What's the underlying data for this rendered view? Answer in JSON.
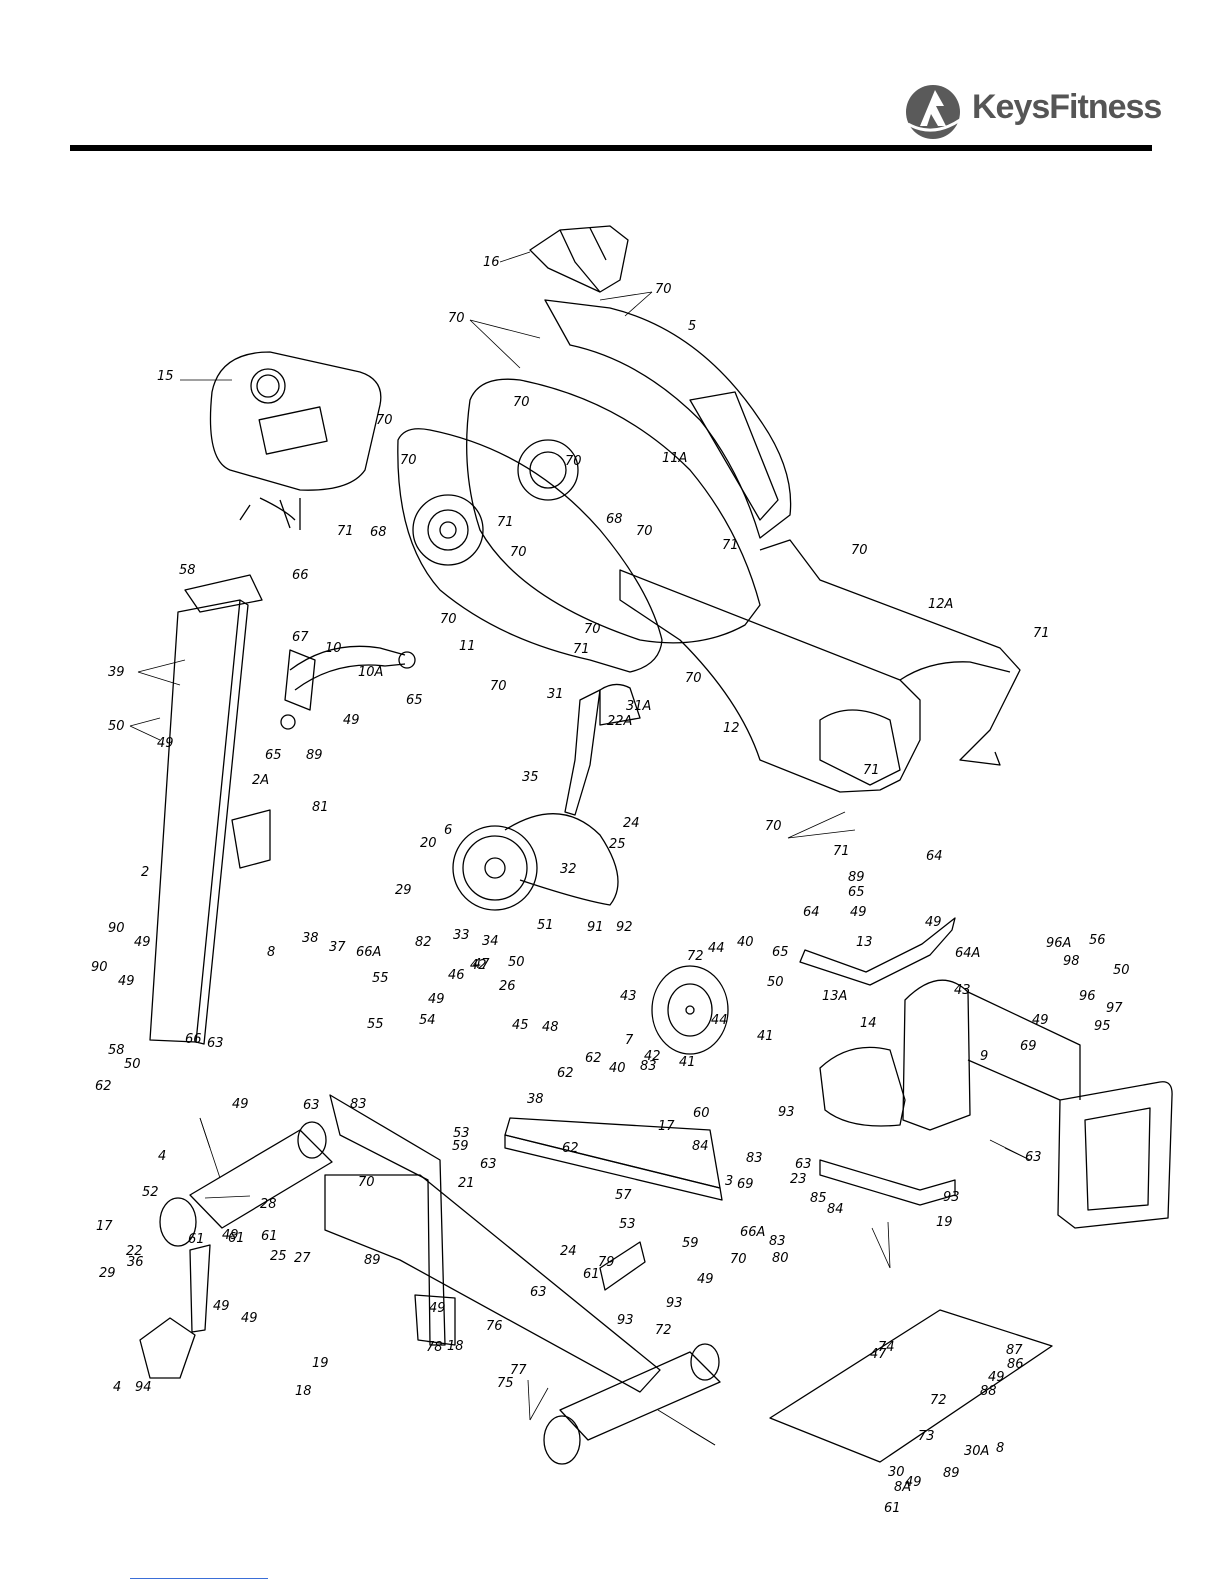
{
  "brand": {
    "name": "KeysFitness"
  },
  "part_labels": [
    "16",
    "70",
    "70",
    "5",
    "15",
    "70",
    "70",
    "70",
    "70",
    "11A",
    "71",
    "68",
    "71",
    "68",
    "70",
    "70",
    "70",
    "71",
    "70",
    "11",
    "70",
    "12A",
    "71",
    "70",
    "70",
    "71",
    "12",
    "71",
    "70",
    "71",
    "58",
    "66",
    "67",
    "10",
    "39",
    "10A",
    "65",
    "50",
    "49",
    "49",
    "89",
    "65",
    "31",
    "31A",
    "22A",
    "2A",
    "81",
    "35",
    "24",
    "25",
    "20",
    "6",
    "32",
    "2",
    "64",
    "89",
    "65",
    "49",
    "49",
    "13",
    "64A",
    "90",
    "49",
    "90",
    "49",
    "29",
    "82",
    "33",
    "34",
    "51",
    "91",
    "92",
    "8",
    "38",
    "37",
    "66A",
    "55",
    "55",
    "65",
    "64",
    "13A",
    "96A",
    "56",
    "50",
    "98",
    "96",
    "97",
    "49",
    "95",
    "50",
    "72",
    "44",
    "40",
    "42",
    "49",
    "46",
    "47",
    "26",
    "54",
    "48",
    "45",
    "50",
    "41",
    "43",
    "44",
    "7",
    "40",
    "42",
    "41",
    "43",
    "14",
    "9",
    "69",
    "63",
    "58",
    "66",
    "50",
    "49",
    "63",
    "62",
    "62",
    "83",
    "60",
    "17",
    "38",
    "62",
    "83",
    "84",
    "53",
    "59",
    "21",
    "62",
    "63",
    "83",
    "69",
    "3",
    "93",
    "63",
    "63",
    "93",
    "19",
    "4",
    "52",
    "70",
    "23",
    "85",
    "84",
    "53",
    "59",
    "70",
    "80",
    "66A",
    "83",
    "57",
    "17",
    "29",
    "28",
    "49",
    "61",
    "61",
    "25",
    "27",
    "24",
    "22",
    "61",
    "36",
    "49",
    "79",
    "89",
    "61",
    "49",
    "63",
    "93",
    "93",
    "72",
    "49",
    "78",
    "77",
    "76",
    "75",
    "74",
    "47",
    "87",
    "86",
    "49",
    "88",
    "72",
    "49",
    "73",
    "89",
    "30",
    "30A",
    "8A",
    "8",
    "61",
    "49",
    "18",
    "4",
    "94",
    "18",
    "19"
  ]
}
